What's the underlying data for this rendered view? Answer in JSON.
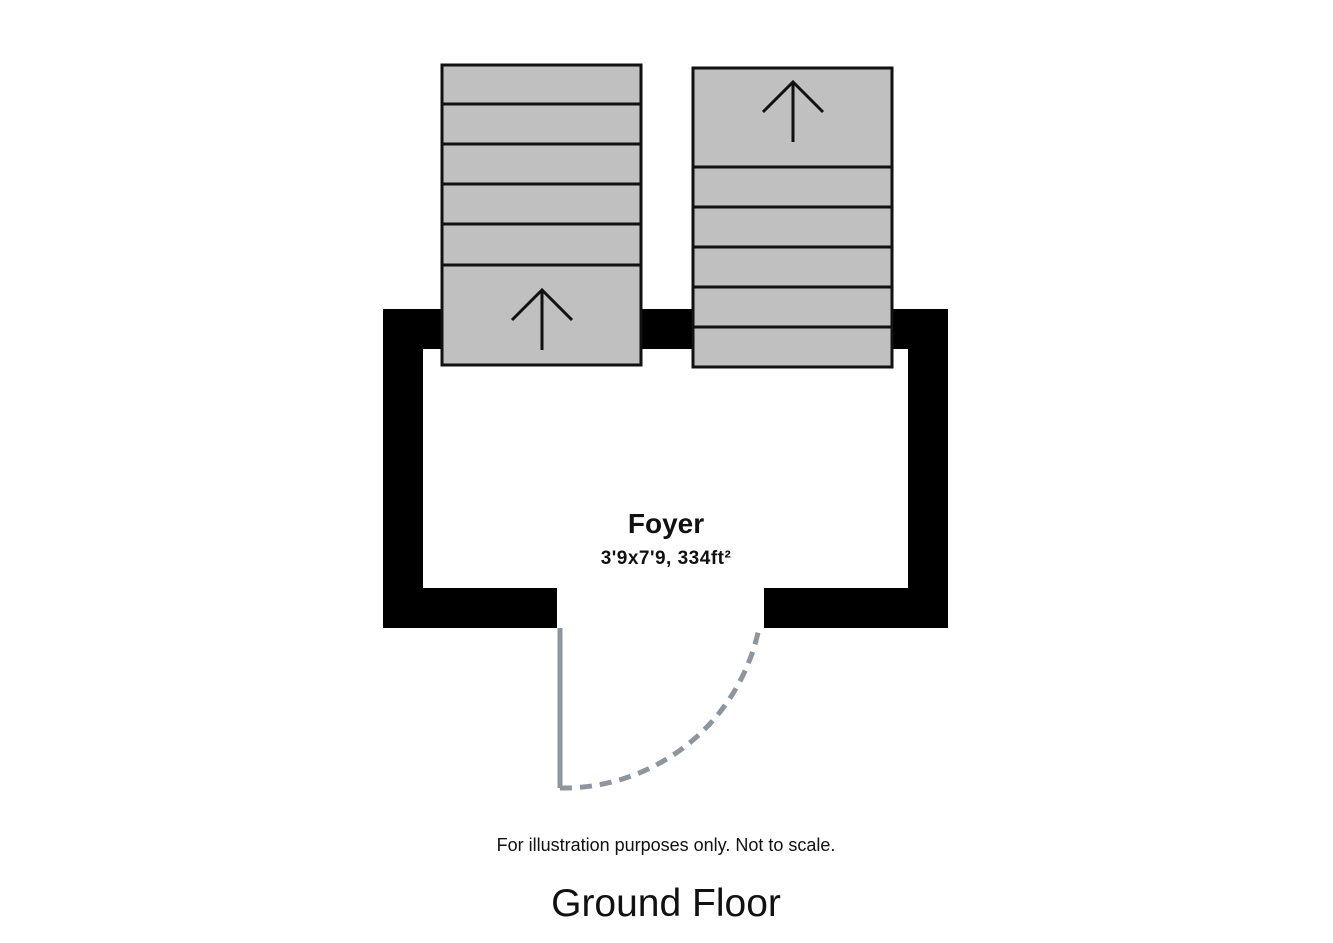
{
  "room": {
    "name": "Foyer",
    "dimensions": "3'9x7'9, 334ft²"
  },
  "disclaimer": "For illustration purposes only. Not to scale.",
  "floor_title": "Ground Floor",
  "colors": {
    "wall": "#000000",
    "stair_fill": "#c0c0c0",
    "stair_line": "#111111",
    "door": "#8d969e",
    "background": "#ffffff"
  },
  "icons": {
    "stair_direction": "arrow-up-icon"
  }
}
